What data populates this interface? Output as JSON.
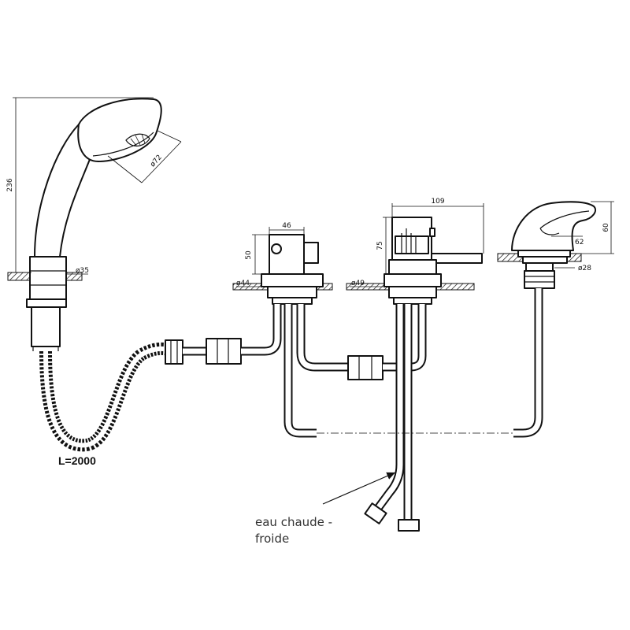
{
  "diagram": {
    "dimensions": {
      "hand_shower_height": "236",
      "shower_head_diameter": "ø72",
      "shower_holder_diameter": "ø35",
      "diverter_width": "46",
      "diverter_height": "50",
      "diverter_base_diameter": "ø44",
      "mixer_width": "109",
      "mixer_height": "75",
      "mixer_base_diameter": "ø49",
      "spout_height": "60",
      "spout_projection": "62",
      "spout_base_diameter": "ø28"
    },
    "hose_length_label": "L=2000",
    "supply_note_line1": "eau chaude -",
    "supply_note_line2": "froide"
  }
}
